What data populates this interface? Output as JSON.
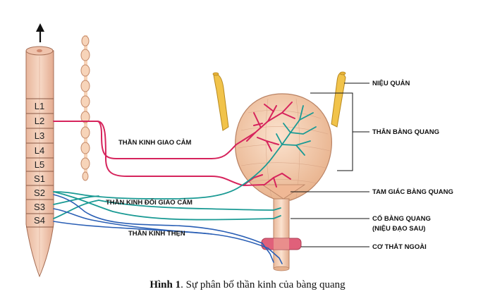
{
  "segments": [
    "L1",
    "L2",
    "L3",
    "L4",
    "L5",
    "S1",
    "S2",
    "S3",
    "S4"
  ],
  "nerves": {
    "sympathetic": "THẦN KINH GIAO CẢM",
    "parasympathetic": "THẦN KINH ĐỐI GIAO CẢM",
    "pudendal": "THẦN KINH THẸN"
  },
  "annotations": {
    "ureter": "NIỆU QUẢN",
    "bladder_body": "THÂN BÀNG QUANG",
    "trigone": "TAM GIÁC BÀNG QUANG",
    "bladder_neck_line1": "CỔ BÀNG QUANG",
    "bladder_neck_line2": "(NIỆU ĐẠO SAU)",
    "external_sphincter": "CƠ THẮT NGOÀI"
  },
  "caption": {
    "label": "Hình 1",
    "text": ". Sự phân bố thần kinh của bàng quang"
  },
  "colors": {
    "sympathetic": "#d6245c",
    "parasympathetic": "#1a9a94",
    "pudendal": "#2a5fb5",
    "spinal_cord": "#f3cdb6",
    "bladder": "#f2c7a6",
    "ureter": "#f1c34a",
    "sphincter": "#e0607a"
  }
}
